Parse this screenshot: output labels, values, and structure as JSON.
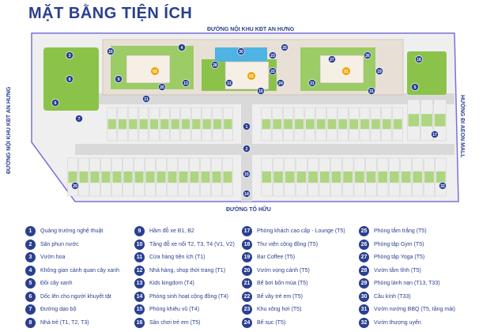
{
  "title": "MẶT BẰNG TIỆN ÍCH",
  "roads": {
    "top": "ĐƯỜNG NỘI KHU KĐT AN HƯNG",
    "left": "ĐƯỜNG NỘI KHU KĐT AN HƯNG",
    "right": "HƯỚNG ĐI AEON MALL",
    "bottom": "ĐƯỜNG TỐ HỮU"
  },
  "towers": [
    "03",
    "02",
    "01"
  ],
  "legend": [
    {
      "num": "1",
      "text": "Quảng trường nghệ thuật"
    },
    {
      "num": "2",
      "text": "Sân phun nước"
    },
    {
      "num": "3",
      "text": "Vườn hoa"
    },
    {
      "num": "4",
      "text": "Không gian cảnh quan cây xanh"
    },
    {
      "num": "5",
      "text": "Đồi cây xanh"
    },
    {
      "num": "6",
      "text": "Dốc lên cho người khuyết tật"
    },
    {
      "num": "7",
      "text": "Đường dạo bộ"
    },
    {
      "num": "8",
      "text": "Nhà trẻ (T1, T2, T3)"
    },
    {
      "num": "9",
      "text": "Hầm đỗ xe B1, B2"
    },
    {
      "num": "10",
      "text": "Tầng đỗ xe nổi T2, T3, T4 (V1, V2)"
    },
    {
      "num": "11",
      "text": "Cửa hàng tiện ích (T1)"
    },
    {
      "num": "12",
      "text": "Nhà hàng, shop thời trang (T1)"
    },
    {
      "num": "13",
      "text": "Kids kingdom (T4)"
    },
    {
      "num": "14",
      "text": "Phòng sinh hoạt cộng đồng (T4)"
    },
    {
      "num": "15",
      "text": "Phòng khiêu vũ (T4)"
    },
    {
      "num": "16",
      "text": "Sân chơi trẻ em (T5)"
    },
    {
      "num": "17",
      "text": "Phòng khách cao cấp - Lounge (T5)"
    },
    {
      "num": "18",
      "text": "Thư viện cộng đồng (T5)"
    },
    {
      "num": "19",
      "text": "Bar Coffee (T5)"
    },
    {
      "num": "20",
      "text": "Vườn vọng cảnh (T5)"
    },
    {
      "num": "21",
      "text": "Bể bơi bốn mùa (T5)"
    },
    {
      "num": "22",
      "text": "Bể vầy trẻ em (T5)"
    },
    {
      "num": "23",
      "text": "Khu xông hơi (T5)"
    },
    {
      "num": "24",
      "text": "Bể sục (T5)"
    },
    {
      "num": "25",
      "text": "Phòng tắm trắng (T5)"
    },
    {
      "num": "26",
      "text": "Phòng tập Gym (T5)"
    },
    {
      "num": "27",
      "text": "Phòng tập Yoga (T5)"
    },
    {
      "num": "28",
      "text": "Vườn tắm tĩnh (T5)"
    },
    {
      "num": "29",
      "text": "Phòng lánh nạn (T13, T33)"
    },
    {
      "num": "30",
      "text": "Cầu kính (T33)"
    },
    {
      "num": "31",
      "text": "Vườn nướng BBQ (T5, tầng mái)"
    },
    {
      "num": "32",
      "text": "Vườn thượng uyển"
    }
  ],
  "colors": {
    "brand": "#2a3f8f",
    "road": "#d9d9d9",
    "green": "#7cb342",
    "roof": "#e8e0d6",
    "pool": "#4fb3e3"
  }
}
